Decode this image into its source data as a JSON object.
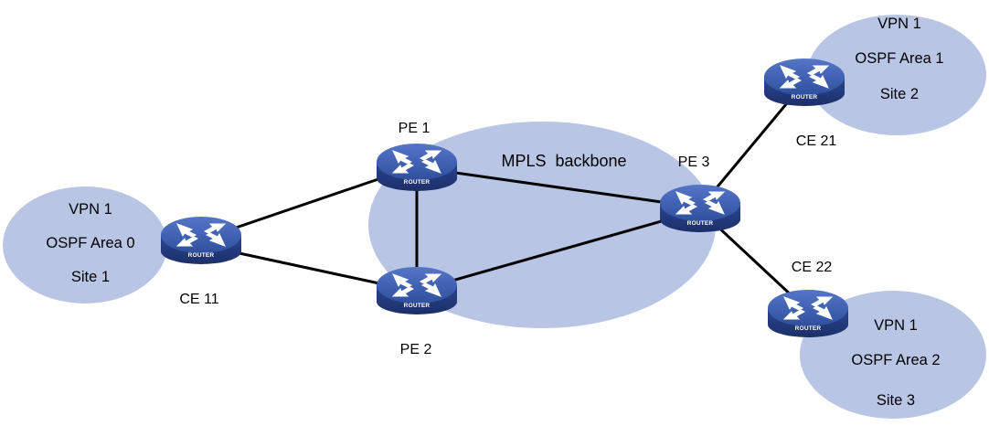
{
  "backbone": {
    "label": "MPLS  backbone"
  },
  "sites": [
    {
      "id": "site1",
      "lines": [
        "VPN 1",
        "OSPF Area 0",
        "Site 1"
      ]
    },
    {
      "id": "site2",
      "lines": [
        "VPN 1",
        "OSPF Area 1",
        "Site 2"
      ]
    },
    {
      "id": "site3",
      "lines": [
        "VPN 1",
        "OSPF Area 2",
        "Site 3"
      ]
    }
  ],
  "routers": [
    {
      "id": "ce11",
      "label": "CE 11",
      "badge": "ROUTER"
    },
    {
      "id": "pe1",
      "label": "PE 1",
      "badge": "ROUTER"
    },
    {
      "id": "pe2",
      "label": "PE 2",
      "badge": "ROUTER"
    },
    {
      "id": "pe3",
      "label": "PE 3",
      "badge": "ROUTER"
    },
    {
      "id": "ce21",
      "label": "CE 21",
      "badge": "ROUTER"
    },
    {
      "id": "ce22",
      "label": "CE 22",
      "badge": "ROUTER"
    }
  ],
  "links": [
    {
      "from": "ce11",
      "to": "pe1"
    },
    {
      "from": "ce11",
      "to": "pe2"
    },
    {
      "from": "pe1",
      "to": "pe2"
    },
    {
      "from": "pe1",
      "to": "pe3"
    },
    {
      "from": "pe2",
      "to": "pe3"
    },
    {
      "from": "pe3",
      "to": "ce21"
    },
    {
      "from": "pe3",
      "to": "ce22"
    }
  ],
  "colors": {
    "ellipse": "#b9c5e4",
    "link": "#000000",
    "router_body": "#2d4a9a",
    "router_top": "#3f62b5",
    "router_arrows": "#ffffff"
  }
}
